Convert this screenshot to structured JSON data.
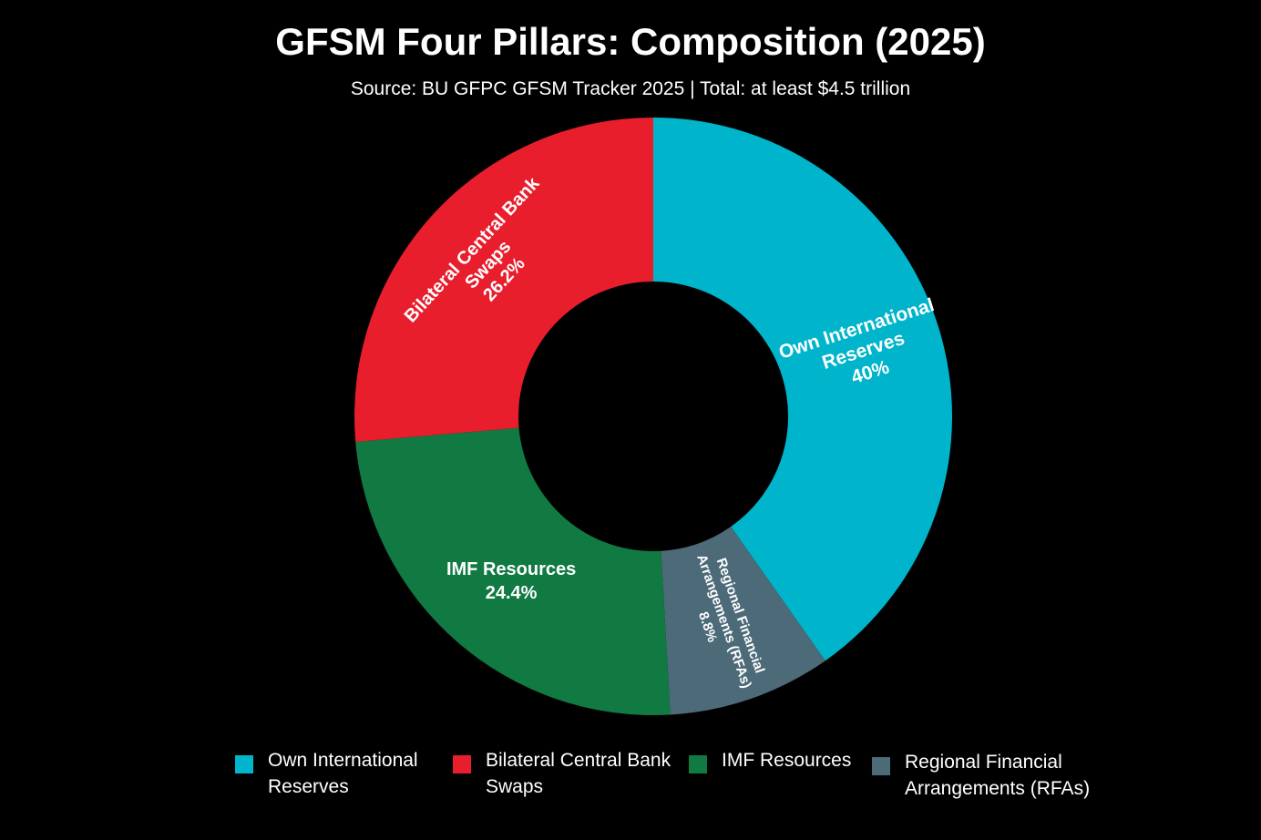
{
  "chart_data": {
    "type": "pie",
    "title": "GFSM Four Pillars: Composition (2025)",
    "subtitle": "Source: BU GFPC GFSM Tracker 2025 | Total: at least $4.5 trillion",
    "xlabel": "",
    "ylabel": "",
    "donut": true,
    "legend_position": "bottom",
    "unit": "%",
    "slices": [
      {
        "name": "Own International Reserves",
        "value": 40,
        "label_lines": [
          "Own International",
          "Reserves",
          "40%"
        ],
        "legend_lines": [
          "Own International",
          "Reserves"
        ],
        "color": "#00b4cc"
      },
      {
        "name": "Regional Financial Arrangements (RFAs)",
        "value": 8.8,
        "label_lines": [
          "Regional Financial",
          "Arrangements (RFAs)",
          "8.8%"
        ],
        "legend_lines": [
          "Regional Financial",
          "Arrangements (RFAs)"
        ],
        "color": "#4c6a78"
      },
      {
        "name": "IMF Resources",
        "value": 24.4,
        "label_lines": [
          "IMF Resources",
          "24.4%"
        ],
        "legend_lines": [
          "IMF Resources"
        ],
        "color": "#107a42"
      },
      {
        "name": "Bilateral Central Bank Swaps",
        "value": 26.2,
        "label_lines": [
          "Bilateral Central Bank",
          "Swaps",
          "26.2%"
        ],
        "legend_lines": [
          "Bilateral Central Bank",
          "Swaps"
        ],
        "color": "#e81e2d"
      }
    ],
    "legend_order": [
      0,
      3,
      2,
      1
    ]
  }
}
